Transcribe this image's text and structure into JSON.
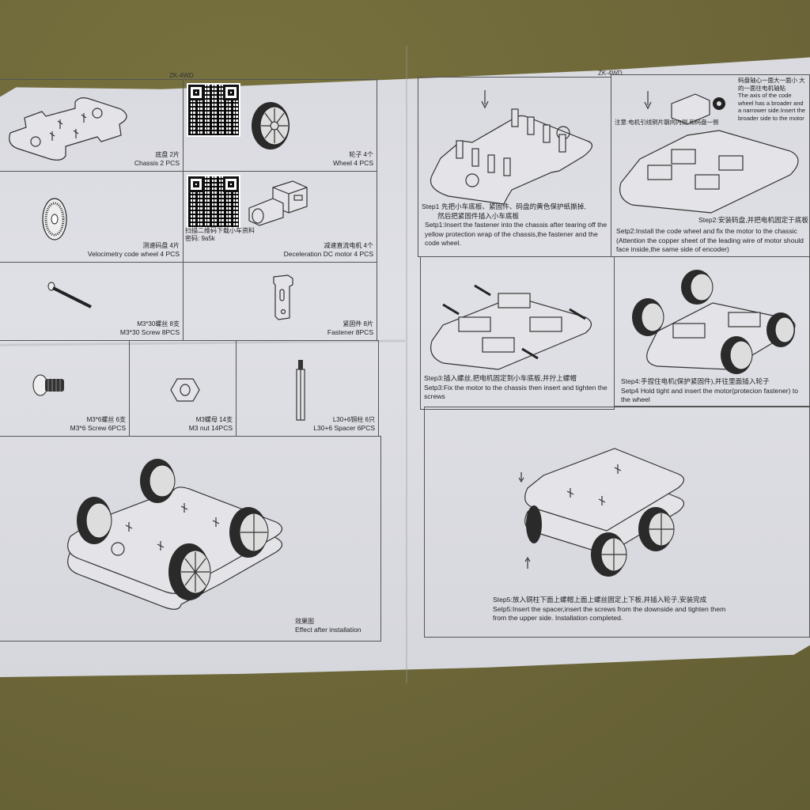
{
  "sheet": {
    "left_header": "ZK-4WD",
    "right_header": "ZK-4WD"
  },
  "parts": [
    {
      "id": "chassis",
      "zh": "底盘 2片",
      "en": "Chassis 2 PCS",
      "icon": "chassis-plate-icon"
    },
    {
      "id": "wheel",
      "zh": "轮子 4个",
      "en": "Wheel 4 PCS",
      "icon": "wheel-icon"
    },
    {
      "id": "code_wheel",
      "zh": "测速码盘 4片",
      "en": "Velocimetry code wheel 4 PCS",
      "icon": "code-wheel-icon"
    },
    {
      "id": "motor",
      "zh": "减速直流电机 4个",
      "en": "Deceleration DC motor 4 PCS",
      "icon": "dc-motor-icon"
    },
    {
      "id": "screw30",
      "zh": "M3*30螺丝 8支",
      "en": "M3*30 Screw 8PCS",
      "icon": "long-screw-icon"
    },
    {
      "id": "fastener",
      "zh": "紧固件 8片",
      "en": "Fastener 8PCS",
      "icon": "fastener-icon"
    },
    {
      "id": "screw6",
      "zh": "M3*6螺丝 6支",
      "en": "M3*6 Screw 6PCS",
      "icon": "short-screw-icon"
    },
    {
      "id": "nut",
      "zh": "M3螺母 14支",
      "en": "M3 nut 14PCS",
      "icon": "hex-nut-icon"
    },
    {
      "id": "spacer",
      "zh": "L30+6铜柱 6只",
      "en": "L30+6 Spacer 6PCS",
      "icon": "spacer-icon"
    }
  ],
  "qr_download": {
    "line1": "扫描二维码下载小车资料",
    "line2": "密码: 9a5k"
  },
  "result": {
    "zh": "效果图",
    "en": "Effect after installation"
  },
  "steps": [
    {
      "zh": "Step1 先把小车底板、紧固件、码盘的黄色保护纸撕掉,",
      "zh2": "然后把紧固件插入小车底板",
      "en": "Setp1:Insert the fastener into the chassis after tearing off the yellow protection wrap of the chassis,the fastener and the code wheel."
    },
    {
      "zh": "Step2:安装码盘,并把电机固定于底板",
      "en": "Setp2:Install the code wheel and fix the motor to the chassic (Attention the copper sheet of the leading wire of motor should face inside,the same side of encoder)"
    },
    {
      "zh": "Step3:插入螺丝,把电机固定到小车底板,并拧上螺帽",
      "en": "Setp3:Fix the motor to the chassis then insert and tighten the screws"
    },
    {
      "zh": "Step4:手捏住电机(保护紧固件),并往里面插入轮子",
      "en": "Setp4 Hold tight and insert the motor(protecion fastener) to the wheel"
    },
    {
      "zh": "Step5:放入铜柱下面上螺帽上面上螺丝固定上下板,并插入轮子,安装完成",
      "en": "Setp5:Insert the spacer,insert the screws from the downside and tighten them from the upper side. Installation completed."
    }
  ],
  "step2_notes": {
    "note_zh": "注意:电机引线铜片朝向内侧,和码盘一侧",
    "axis_zh": "码盘轴心一面大一面小 大的一面往电机轴贴",
    "axis_en": "The axis of the code wheel has a broader and a narrower side.Insert the broader side to the motor"
  },
  "colors": {
    "background": "#6f6a3c",
    "paper": "#dcdde3",
    "ink": "#222222"
  }
}
